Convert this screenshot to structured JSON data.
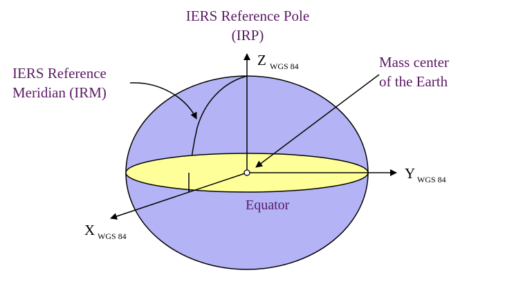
{
  "colors": {
    "ellipsoid_fill": "#b3b3f5",
    "equator_fill": "#ffff99",
    "label_purple": "#5a1a63",
    "stroke": "#000000"
  },
  "labels": {
    "irp_line1": "IERS Reference Pole",
    "irp_line2": "(IRP)",
    "irm_line1": "IERS Reference",
    "irm_line2": "Meridian (IRM)",
    "mass_line1": "Mass center",
    "mass_line2": "of the Earth",
    "equator": "Equator",
    "z_axis": "Z",
    "z_sub": "WGS 84",
    "y_axis": "Y",
    "y_sub": "WGS 84",
    "x_axis": "X",
    "x_sub": "WGS 84"
  }
}
